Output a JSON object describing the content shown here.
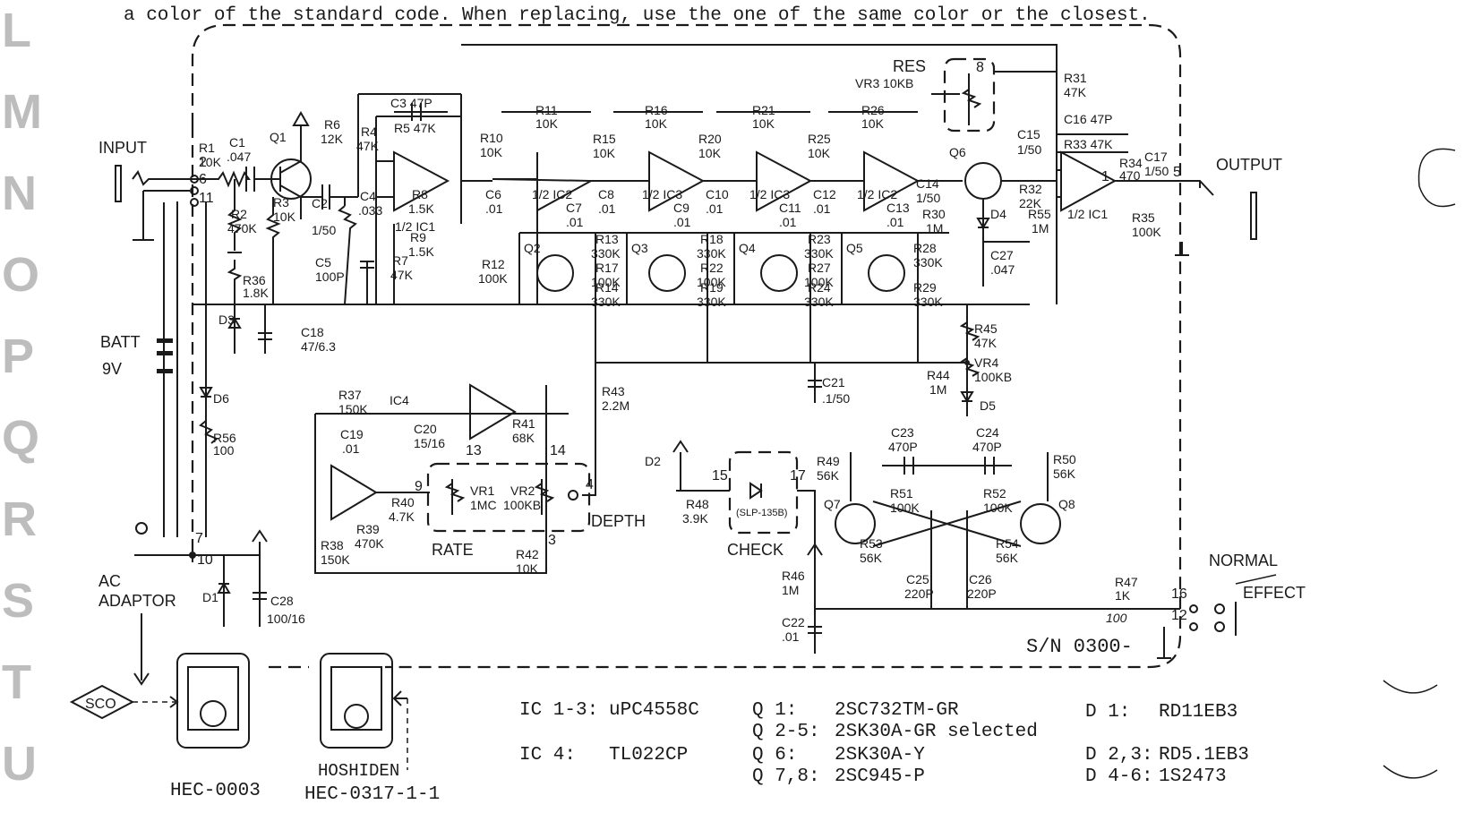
{
  "header_note": "a color of the standard code.  When replacing,  use the one of the same color or the closest.",
  "side_letters": [
    "L",
    "M",
    "N",
    "O",
    "P",
    "Q",
    "R",
    "S",
    "T",
    "U"
  ],
  "labels": {
    "input": "INPUT",
    "output": "OUTPUT",
    "res": "RES",
    "vr3": "VR3 10KB",
    "batt": "BATT",
    "batt_v": "9V",
    "ac": "AC",
    "adaptor": "ADAPTOR",
    "rate": "RATE",
    "depth": "DEPTH",
    "check": "CHECK",
    "normal": "NORMAL",
    "effect": "EFFECT",
    "serial": "S/N 0300-",
    "sco": "SCO",
    "hec1": "HEC-0003",
    "hoshiden": "HOSHIDEN",
    "hec2": "HEC-0317-1-1",
    "slp": "(SLP-135B)",
    "r47_note": "100"
  },
  "components": {
    "r1": "R1",
    "r1v": "10K",
    "c1": "C1",
    "c1v": ".047",
    "q1": "Q1",
    "r2": "R2",
    "r2v": "470K",
    "r3": "R3",
    "r3v": "10K",
    "c2": "C2",
    "c2v": "1/50",
    "r6": "R6",
    "r6v": "12K",
    "r4": "R4",
    "r4v": "47K",
    "c3": "C3 47P",
    "r5": "R5 47K",
    "c4": "C4",
    "c4v": ".033",
    "r8": "R8",
    "r8v": "1.5K",
    "ic1a": "1/2 IC1",
    "c5": "C5",
    "c5v": "100P",
    "r7": "R7",
    "r7v": "47K",
    "r9": "R9",
    "r9v": "1.5K",
    "r36": "R36",
    "r36v": "1.8K",
    "d3": "D3",
    "c18": "C18",
    "c18v": "47/6.3",
    "r10": "R10",
    "r10v": "10K",
    "c6": "C6",
    "c6v": ".01",
    "r11": "R11",
    "r11v": "10K",
    "ic2a": "1/2 IC2",
    "c7": "C7",
    "c7v": ".01",
    "r15": "R15",
    "r15v": "10K",
    "c8": "C8",
    "c8v": ".01",
    "q2": "Q2",
    "r12": "R12",
    "r12v": "100K",
    "r13": "R13",
    "r13v": "330K",
    "r17": "R17",
    "r17v": "100K",
    "r14": "R14",
    "r14v": "330K",
    "r16": "R16",
    "r16v": "10K",
    "ic3a": "1/2 IC3",
    "c9": "C9",
    "c9v": ".01",
    "r20": "R20",
    "r20v": "10K",
    "c10": "C10",
    "c10v": ".01",
    "q3": "Q3",
    "r18": "R18",
    "r18v": "330K",
    "r22": "R22",
    "r22v": "100K",
    "r19": "R19",
    "r19v": "330K",
    "r21": "R21",
    "r21v": "10K",
    "ic3b": "1/2 IC3",
    "c11": "C11",
    "c11v": ".01",
    "r25": "R25",
    "r25v": "10K",
    "c12": "C12",
    "c12v": ".01",
    "q4": "Q4",
    "r23": "R23",
    "r23v": "330K",
    "r27": "R27",
    "r27v": "100K",
    "r24": "R24",
    "r24v": "330K",
    "r26": "R26",
    "r26v": "10K",
    "ic2b": "1/2 IC2",
    "c13": "C13",
    "c13v": ".01",
    "c14": "C14",
    "c14v": "1/50",
    "q5": "Q5",
    "r28": "R28",
    "r28v": "330K",
    "r29": "R29",
    "r29v": "330K",
    "r30": "R30",
    "r30v": "1M",
    "q6": "Q6",
    "d4": "D4",
    "c27": "C27",
    "c27v": ".047",
    "r31": "R31",
    "r31v": "47K",
    "c15": "C15",
    "c15v": "1/50",
    "c16": "C16 47P",
    "r33": "R33 47K",
    "r32": "R32",
    "r32v": "22K",
    "r55": "R55",
    "r55v": "1M",
    "ic1b": "1/2 IC1",
    "r34": "R34",
    "r34v": "470",
    "c17": "C17",
    "c17v": "1/50",
    "r35": "R35",
    "r35v": "100K",
    "r45": "R45",
    "r45v": "47K",
    "vr4": "VR4",
    "vr4v": "100KB",
    "r44": "R44",
    "r44v": "1M",
    "d5": "D5",
    "c21": "C21",
    "c21v": ".1/50",
    "r43": "R43",
    "r43v": "2.2M",
    "r37": "R37",
    "r37v": "150K",
    "ic4": "IC4",
    "c20": "C20",
    "c20v": "15/16",
    "c19": "C19",
    "c19v": ".01",
    "r41": "R41",
    "r41v": "68K",
    "r40": "R40",
    "r40v": "4.7K",
    "vr1": "VR1",
    "vr1v": "1MC",
    "vr2": "VR2",
    "vr2v": "100KB",
    "r39": "R39",
    "r39v": "470K",
    "r38": "R38",
    "r38v": "150K",
    "r42": "R42",
    "r42v": "10K",
    "d2": "D2",
    "r48": "R48",
    "r48v": "3.9K",
    "d6": "D6",
    "r56": "R56",
    "r56v": "100",
    "d1": "D1",
    "c28": "C28",
    "c28v": "100/16",
    "c23": "C23",
    "c23v": "470P",
    "c24": "C24",
    "c24v": "470P",
    "r49": "R49",
    "r49v": "56K",
    "r50": "R50",
    "r50v": "56K",
    "q7": "Q7",
    "q8": "Q8",
    "r51": "R51",
    "r51v": "100K",
    "r52": "R52",
    "r52v": "100K",
    "r53": "R53",
    "r53v": "56K",
    "r54": "R54",
    "r54v": "56K",
    "c25": "C25",
    "c25v": "220P",
    "c26": "C26",
    "c26v": "220P",
    "r46": "R46",
    "r46v": "1M",
    "c22": "C22",
    "c22v": ".01",
    "r47": "R47",
    "r47v": "1K"
  },
  "pins": [
    "2",
    "6",
    "11",
    "7",
    "10",
    "1",
    "8",
    "5",
    "9",
    "13",
    "14",
    "3",
    "4",
    "15",
    "17",
    "16",
    "12"
  ],
  "parts_table": [
    {
      "ref": "IC 1-3:",
      "part": "uPC4558C"
    },
    {
      "ref": "IC    4:",
      "part": "TL022CP"
    },
    {
      "ref": "Q    1:",
      "part": "2SC732TM-GR"
    },
    {
      "ref": "Q 2-5:",
      "part": "2SK30A-GR selected"
    },
    {
      "ref": "Q    6:",
      "part": "2SK30A-Y"
    },
    {
      "ref": "Q 7,8:",
      "part": "2SC945-P"
    },
    {
      "ref": "D    1:",
      "part": "RD11EB3"
    },
    {
      "ref": "D 2,3:",
      "part": "RD5.1EB3"
    },
    {
      "ref": "D 4-6:",
      "part": "1S2473"
    }
  ]
}
